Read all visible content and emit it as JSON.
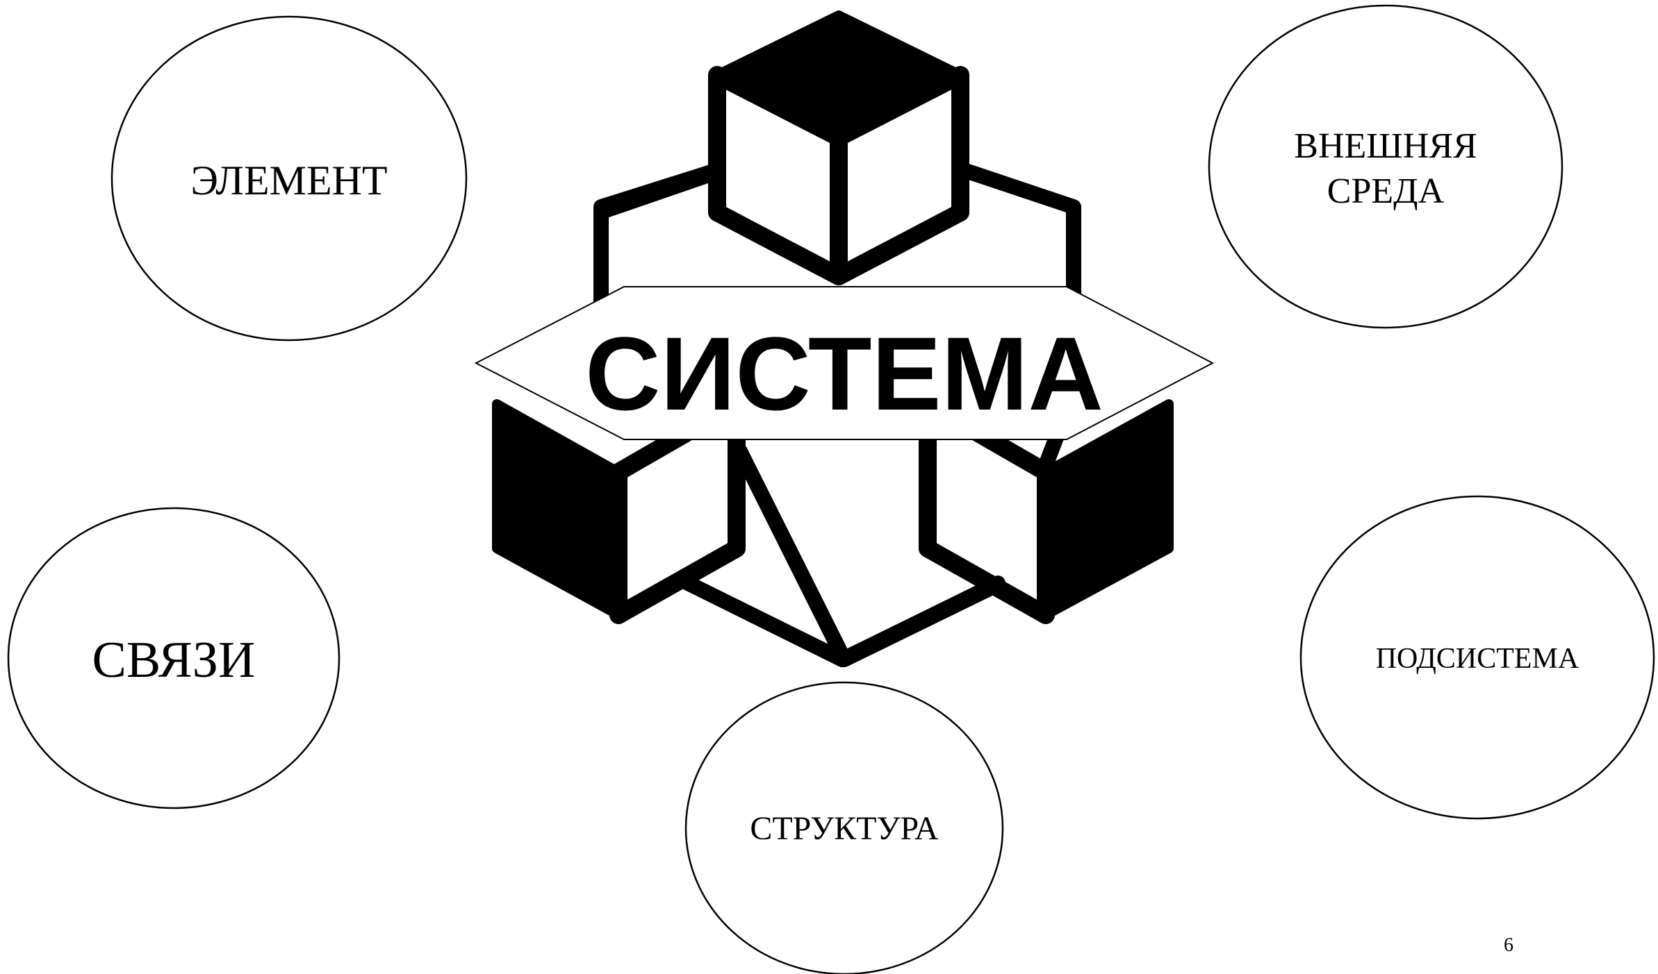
{
  "slide": {
    "title": "СИСТЕМА",
    "page_number": "6",
    "concepts": {
      "element": "ЭЛЕМЕНТ",
      "external_env_line1": "ВНЕШНЯЯ",
      "external_env_line2": "СРЕДА",
      "links": "СВЯЗИ",
      "structure": "СТРУКТУРА",
      "subsystem": "ПОДСИСТЕМА"
    }
  },
  "colors": {
    "ink": "#000000",
    "background": "#ffffff"
  },
  "icons": {
    "central_emblem": "cubes-system-icon"
  }
}
